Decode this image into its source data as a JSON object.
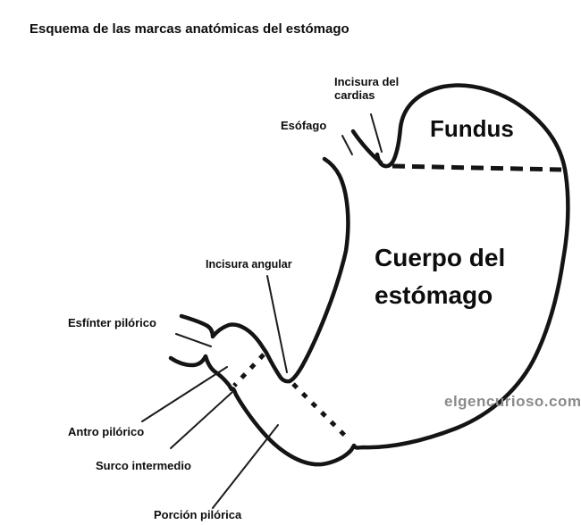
{
  "title": "Esquema de las marcas anatómicas del estómago",
  "diagram": {
    "labels": {
      "incisura_cardias": "Incisura del cardias",
      "esofago": "Esófago",
      "fundus": "Fundus",
      "cuerpo": "Cuerpo del estómago",
      "incisura_angular": "Incisura angular",
      "esfinter": "Esfínter pilórico",
      "antro": "Antro pilórico",
      "surco": "Surco intermedio",
      "porcion": "Porción pilórica"
    },
    "regions_marked_by_dashed_lines": [
      "Fundus / Cuerpo boundary",
      "Cuerpo / Porción pilórica boundary",
      "Surco intermedio boundary"
    ],
    "watermark": "elgencurioso.com"
  },
  "colors": {
    "ink": "#141414",
    "watermark_gray": "#8a8a8a",
    "background": "#ffffff"
  }
}
